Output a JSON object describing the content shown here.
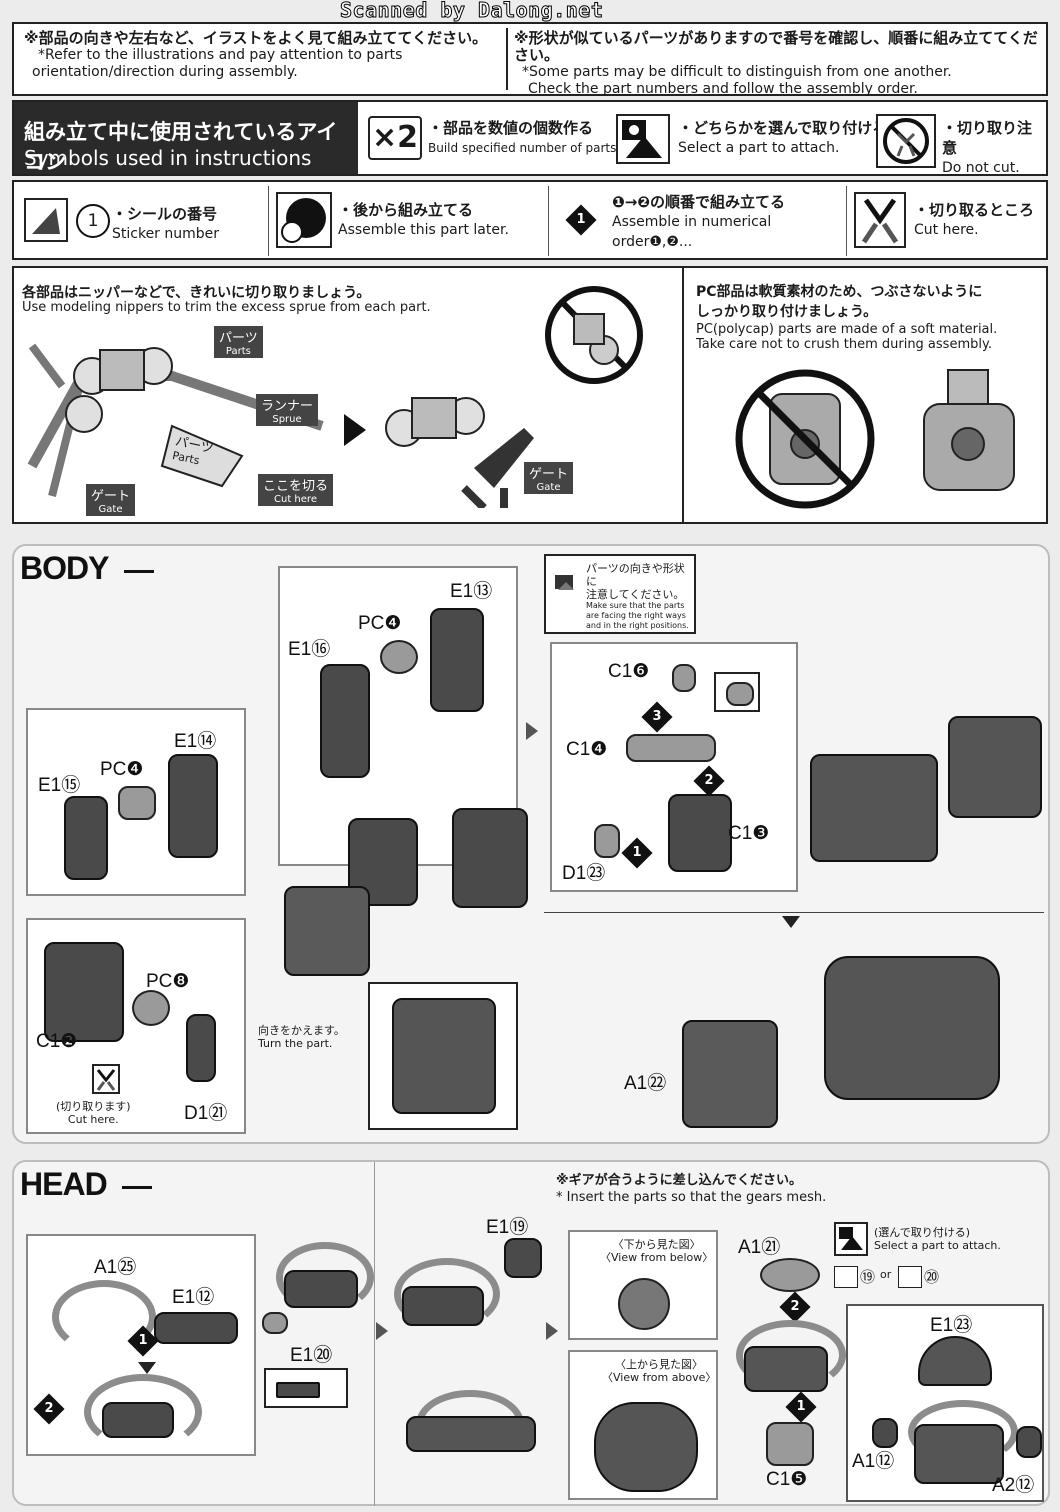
{
  "scan_credit": "Scanned by Dalong.net",
  "notes": {
    "left_jp": "※部品の向きや左右など、イラストをよく見て組み立ててください。",
    "left_en_1": "*Refer to the illustrations and pay attention to parts",
    "left_en_2": "orientation/direction during assembly.",
    "right_jp": "※形状が似ているパーツがありますので番号を確認し、順番に組み立ててください。",
    "right_en_1": "*Some parts may be difficult to distinguish from one another.",
    "right_en_2": "Check the part numbers and follow the assembly order."
  },
  "symbols": {
    "header_jp": "組み立て中に使用されているアイコン",
    "header_en": "Symbols used in instructions",
    "x2_icon": "×2",
    "x2_jp": "・部品を数値の個数作る",
    "x2_en": "Build specified number of parts.",
    "select_jp": "・どちらかを選んで取り付ける",
    "select_en": "Select a part to attach.",
    "nocut_jp": "・切り取り注意",
    "nocut_en": "Do not cut.",
    "sticker_num": "1",
    "sticker_jp": "・シールの番号",
    "sticker_en": "Sticker number",
    "later_jp": "・後から組み立てる",
    "later_en": "Assemble this part later.",
    "order_num": "1",
    "order_jp": "❶→❷の順番で組み立てる",
    "order_en_1": "Assemble in numerical",
    "order_en_2": "order❶,❷...",
    "cut_jp": "・切り取るところ",
    "cut_en": "Cut here."
  },
  "cut_panel": {
    "jp": "各部品はニッパーなどで、きれいに切り取りましょう。",
    "en": "Use modeling nippers to trim the excess sprue from each part.",
    "parts_jp": "パーツ",
    "parts_en": "Parts",
    "sprue_jp": "ランナー",
    "sprue_en": "Sprue",
    "gate_jp": "ゲート",
    "gate_en": "Gate",
    "cuthere_jp": "ここを切る",
    "cuthere_en": "Cut here",
    "gate2_jp": "ゲート",
    "gate2_en": "Gate"
  },
  "pc_panel": {
    "jp_1": "PC部品は軟質素材のため、つぶさないように",
    "jp_2": "しっかり取り付けましょう。",
    "en_1": "PC(polycap) parts are made of a soft material.",
    "en_2": "Take care not to crush them during assembly."
  },
  "body": {
    "title": "BODY",
    "e1_13": "E1⑬",
    "pc4_a": "PC❹",
    "e1_16": "E1⑯",
    "e1_14": "E1⑭",
    "pc4_b": "PC❹",
    "e1_15": "E1⑮",
    "pc8": "PC❽",
    "c1_2": "C1❷",
    "d1_21": "D1㉑",
    "cut_jp": "(切り取ります)",
    "cut_en": "Cut here.",
    "turn_jp": "向きをかえます。",
    "turn_en": "Turn the part.",
    "note_jp_1": "パーツの向きや形状に",
    "note_jp_2": "注意してください。",
    "note_en_1": "Make sure that the parts",
    "note_en_2": "are facing the right ways",
    "note_en_3": "and in the right positions.",
    "c1_6": "C1❻",
    "c1_4": "C1❹",
    "c1_3": "C1❸",
    "d1_23": "D1㉓",
    "a1_22": "A1㉒",
    "step1": "1",
    "step2": "2",
    "step3": "3"
  },
  "head": {
    "title": "HEAD",
    "a1_25": "A1㉕",
    "e1_12": "E1⑫",
    "e1_20": "E1⑳",
    "e1_19": "E1⑲",
    "gear_jp": "※ギアが合うように差し込んでください。",
    "gear_en": "* Insert the parts so that the gears mesh.",
    "below_jp": "〈下から見た図〉",
    "below_en": "〈View from below〉",
    "above_jp": "〈上から見た図〉",
    "above_en": "〈View from above〉",
    "a1_21": "A1㉑",
    "c1_5": "C1❺",
    "select_jp": "(選んで取り付ける)",
    "select_en": "Select a part to attach.",
    "opt_a": "⑲",
    "or": "or",
    "opt_b": "⑳",
    "e1_23": "E1㉓",
    "a1_12": "A1⑫",
    "a2_12": "A2⑫",
    "step1": "1",
    "step2": "2"
  }
}
